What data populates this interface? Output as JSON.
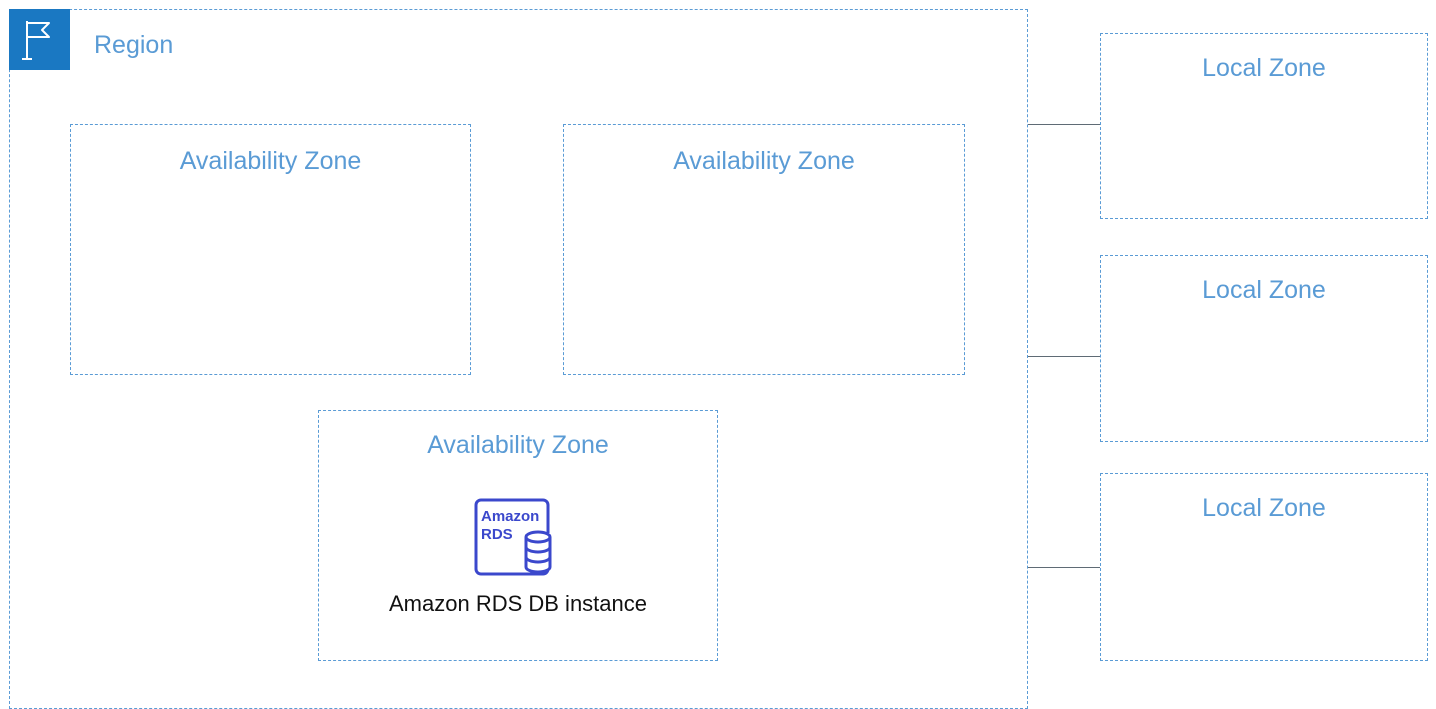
{
  "region": {
    "label": "Region",
    "icon": "flag-icon",
    "icon_bg": "#1a78c2"
  },
  "availability_zones": [
    {
      "label": "Availability Zone"
    },
    {
      "label": "Availability Zone"
    },
    {
      "label": "Availability Zone"
    }
  ],
  "local_zones": [
    {
      "label": "Local Zone"
    },
    {
      "label": "Local Zone"
    },
    {
      "label": "Local Zone"
    }
  ],
  "db_instance": {
    "icon": "amazon-rds-icon",
    "icon_text_line1": "Amazon",
    "icon_text_line2": "RDS",
    "caption": "Amazon RDS DB instance"
  },
  "colors": {
    "boundary": "#5a9bd5",
    "connector": "#5f6b75",
    "rds_icon": "#3b48cc"
  }
}
